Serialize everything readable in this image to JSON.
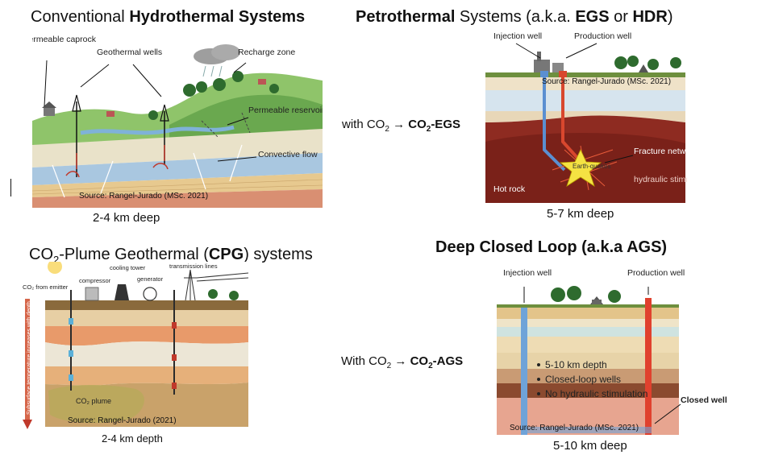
{
  "panels": {
    "hydrothermal": {
      "title_prefix": "Conventional ",
      "title_bold": "Hydrothermal Systems",
      "labels": {
        "caprock": "Impermeable caprock",
        "wells": "Geothermal wells",
        "recharge": "Recharge zone",
        "reservoir": "Permeable reservoir",
        "convective": "Convective flow"
      },
      "source": "Source: Rangel-Jurado (MSc. 2021)",
      "depth": "2-4 km deep"
    },
    "petrothermal": {
      "title_bold_1": "Petrothermal",
      "title_mid": " Systems (a.k.a. ",
      "title_bold_2": "EGS",
      "title_or": " or ",
      "title_bold_3": "HDR",
      "title_end": ")",
      "labels": {
        "injection": "Injection well",
        "production": "Production well",
        "fracture": "Fracture network",
        "hydraulic": "hydraulic stimulation",
        "hot_rock": "Hot rock",
        "quakes": "Earth-quakes"
      },
      "source": "Source: Rangel-Jurado (MSc. 2021)",
      "depth": "5-7 km deep",
      "co2_prefix": "with CO",
      "co2_sub": "2",
      "co2_arrow": "→",
      "co2_result_prefix": "CO",
      "co2_result_sub": "2",
      "co2_result_suffix": "-EGS"
    },
    "cpg": {
      "title_prefix": "CO",
      "title_sub": "2",
      "title_mid": "-Plume Geothermal (",
      "title_bold": "CPG",
      "title_end": ") systems",
      "labels": {
        "emitter": "CO₂ from emitter",
        "compressor": "compressor",
        "cooling": "cooling tower",
        "generator": "generator",
        "transmission": "transmission lines",
        "plume": "CO₂ plume",
        "temperature": "Subsurface temperature increases with depth"
      },
      "source": "Source: Rangel-Jurado (2021)",
      "depth": "2-4 km depth"
    },
    "ags": {
      "title": "Deep Closed Loop (a.k.a AGS)",
      "labels": {
        "injection": "Injection well",
        "production": "Production well",
        "closed": "Closed wellbore"
      },
      "bullets": [
        "5-10 km depth",
        "Closed-loop wells",
        "No hydraulic stimulation"
      ],
      "source": "Source: Rangel-Jurado (MSc. 2021)",
      "depth": "5-10 km deep",
      "co2_prefix": "With CO",
      "co2_sub": "2",
      "co2_arrow": "→",
      "co2_result_prefix": "CO",
      "co2_result_sub": "2",
      "co2_result_suffix": "-AGS"
    }
  }
}
